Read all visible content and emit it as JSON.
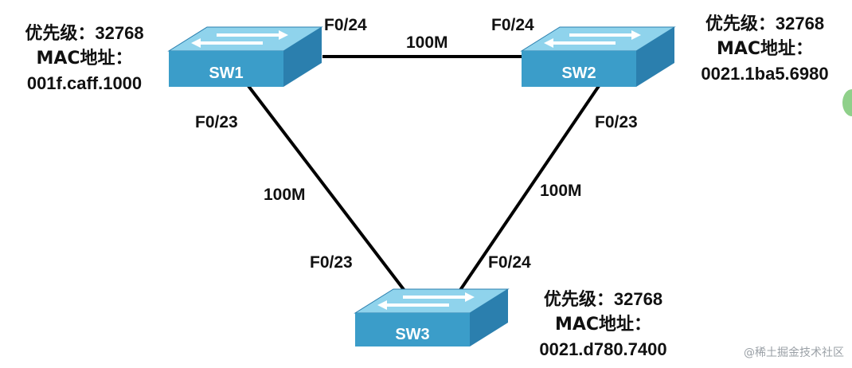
{
  "colors": {
    "switch_top": "#8fd3ec",
    "switch_front": "#3b9dc9",
    "switch_side": "#2b7fae",
    "arrow": "#ffffff",
    "link_line": "#000000"
  },
  "switches": [
    {
      "id": "sw1",
      "label": "SW1",
      "priority_label": "优先级：",
      "priority": "32768",
      "mac_label": "MAC地址：",
      "mac": "001f.caff.1000"
    },
    {
      "id": "sw2",
      "label": "SW2",
      "priority_label": "优先级：",
      "priority": "32768",
      "mac_label": "MAC地址：",
      "mac": "0021.1ba5.6980"
    },
    {
      "id": "sw3",
      "label": "SW3",
      "priority_label": "优先级：",
      "priority": "32768",
      "mac_label": "MAC地址：",
      "mac": "0021.d780.7400"
    }
  ],
  "links": [
    {
      "id": "sw1-sw2",
      "speed": "100M",
      "port_a": "F0/24",
      "port_b": "F0/24"
    },
    {
      "id": "sw1-sw3",
      "speed": "100M",
      "port_a": "F0/23",
      "port_b": "F0/23"
    },
    {
      "id": "sw2-sw3",
      "speed": "100M",
      "port_a": "F0/23",
      "port_b": "F0/24"
    }
  ],
  "watermark": "@稀土掘金技术社区"
}
